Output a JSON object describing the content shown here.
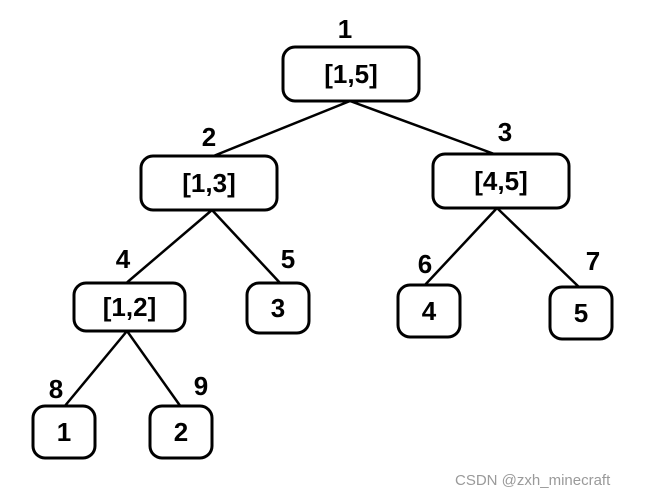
{
  "tree": {
    "nodes": [
      {
        "id": "n1",
        "index": "1",
        "label": "[1,5]"
      },
      {
        "id": "n2",
        "index": "2",
        "label": "[1,3]"
      },
      {
        "id": "n3",
        "index": "3",
        "label": "[4,5]"
      },
      {
        "id": "n4",
        "index": "4",
        "label": "[1,2]"
      },
      {
        "id": "n5",
        "index": "5",
        "label": "3"
      },
      {
        "id": "n6",
        "index": "6",
        "label": "4"
      },
      {
        "id": "n7",
        "index": "7",
        "label": "5"
      },
      {
        "id": "n8",
        "index": "8",
        "label": "1"
      },
      {
        "id": "n9",
        "index": "9",
        "label": "2"
      }
    ],
    "edges": [
      {
        "from": "n1",
        "to": "n2"
      },
      {
        "from": "n1",
        "to": "n3"
      },
      {
        "from": "n2",
        "to": "n4"
      },
      {
        "from": "n2",
        "to": "n5"
      },
      {
        "from": "n3",
        "to": "n6"
      },
      {
        "from": "n3",
        "to": "n7"
      },
      {
        "from": "n4",
        "to": "n8"
      },
      {
        "from": "n4",
        "to": "n9"
      }
    ]
  },
  "watermark": "CSDN @zxh_minecraft"
}
